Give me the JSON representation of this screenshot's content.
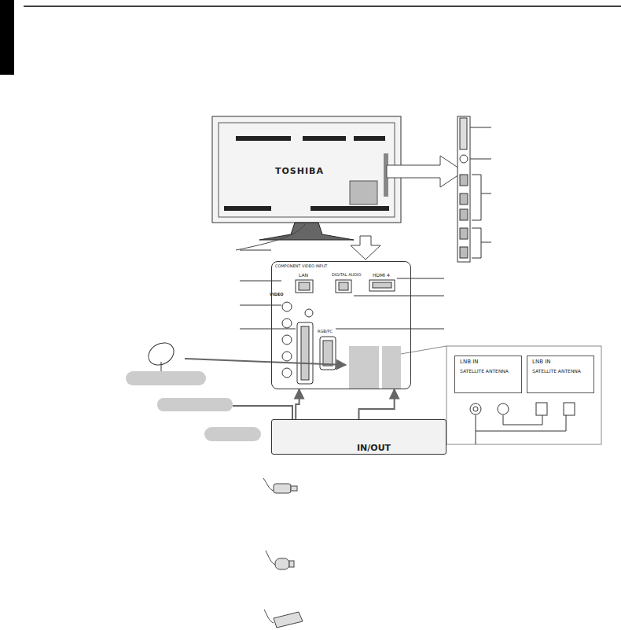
{
  "diagram": {
    "nodes": [
      {
        "text": [
          "COMPONENT VIDEO INPUT",
          "LAN",
          "DIGITAL AUDIO",
          "HDMI 4",
          "RGB/PC"
        ]
      },
      {
        "text": [
          "IN/OUT"
        ]
      },
      {
        "text": [
          "LNB IN",
          "SATELLITE ANTENNA"
        ]
      },
      {
        "text": [
          "LNB IN",
          "SATELLITE ANTENNA"
        ]
      }
    ],
    "edges": [
      {
        "from": 1,
        "to": 0,
        "arrow": "to"
      },
      {
        "from": 1,
        "to": 0,
        "arrow": "to"
      }
    ],
    "labels": [
      "TOSHIBA",
      "VIDEO"
    ]
  }
}
